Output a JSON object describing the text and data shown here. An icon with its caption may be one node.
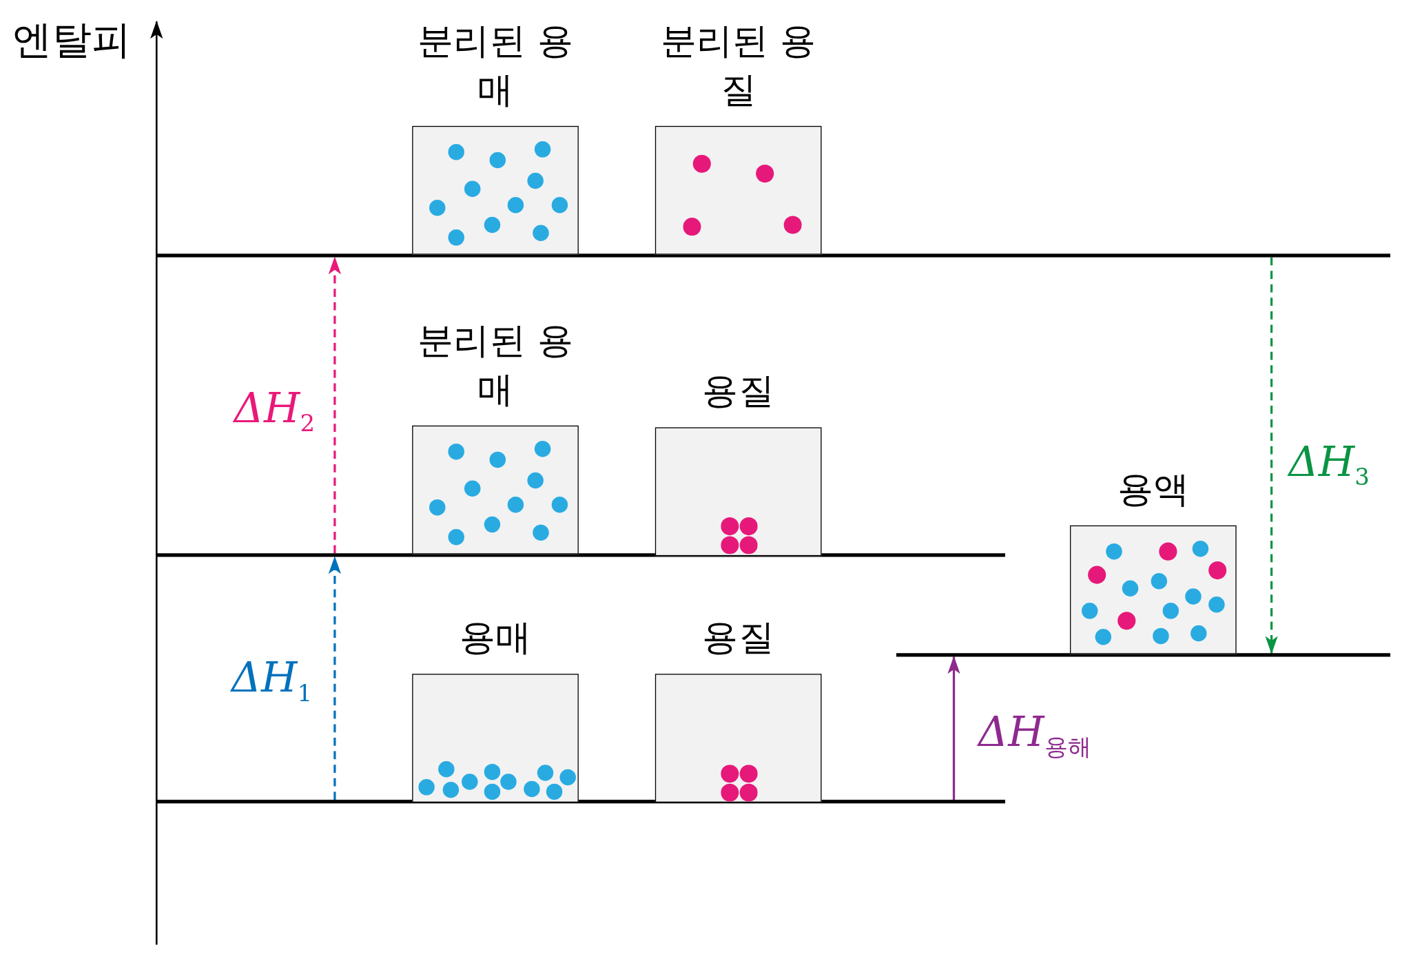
{
  "diagram": {
    "nodes": [
      {
        "text": [],
        "shape": "bar"
      },
      {
        "text": [
          "분리된 용매"
        ]
      },
      {
        "text": [
          "분리된 용질"
        ]
      },
      {
        "text": [],
        "shape": "bar"
      },
      {
        "text": [
          "분리된 용매"
        ]
      },
      {
        "text": [
          "용질"
        ]
      },
      {
        "text": [],
        "shape": "bar"
      },
      {
        "text": [
          "용액"
        ]
      },
      {
        "text": [],
        "shape": "bar"
      },
      {
        "text": [
          "용매"
        ]
      },
      {
        "text": [
          "용질"
        ]
      }
    ],
    "edges": [
      {
        "from": 8,
        "to": 3,
        "arrow": "to",
        "label": "*ΔH*$_{1}$",
        "style": "dashed",
        "color": "#0072bc"
      },
      {
        "from": 3,
        "to": 0,
        "arrow": "to",
        "label": "*ΔH*$_{2}$",
        "style": "dashed",
        "color": "#e8197a"
      },
      {
        "from": 0,
        "to": 6,
        "arrow": "to",
        "label": "*ΔH*$_{3}$",
        "style": "dashed",
        "color": "#0a9444"
      },
      {
        "from": 8,
        "to": 6,
        "arrow": "to",
        "label": "*ΔH*$_{용해}$",
        "color": "#8e2a8e"
      }
    ],
    "labels": [
      "엔탈피"
    ]
  }
}
